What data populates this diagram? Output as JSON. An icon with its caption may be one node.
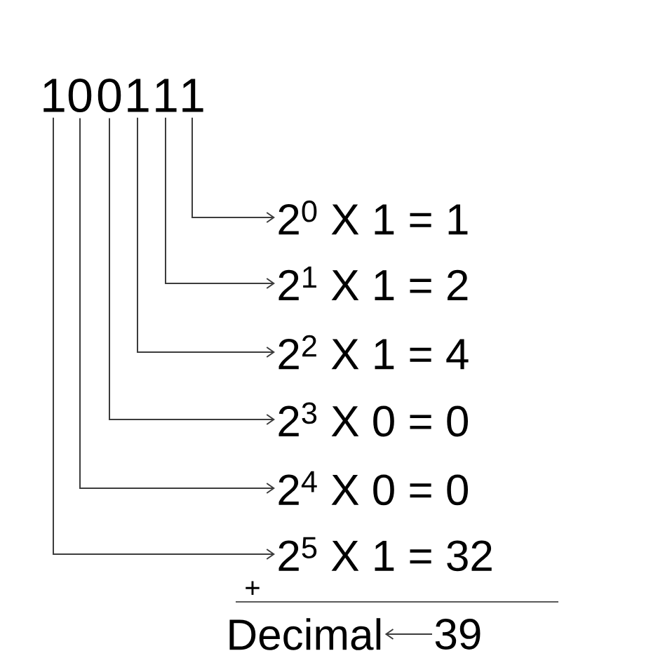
{
  "diagram": {
    "nodes": [
      {
        "text": [
          "1"
        ]
      },
      {
        "text": [
          "0"
        ]
      },
      {
        "text": [
          "0"
        ]
      },
      {
        "text": [
          "1"
        ]
      },
      {
        "text": [
          "1"
        ]
      },
      {
        "text": [
          "1"
        ]
      },
      {
        "text": [
          "2$^{0}$ X 1 = 1"
        ]
      },
      {
        "text": [
          "2$^{1}$ X 1 = 2"
        ]
      },
      {
        "text": [
          "2$^{2}$ X 1 = 4"
        ]
      },
      {
        "text": [
          "2$^{3}$ X 0 = 0"
        ]
      },
      {
        "text": [
          "2$^{4}$ X 0 = 0"
        ]
      },
      {
        "text": [
          "2$^{5}$ X 1 = 32"
        ]
      },
      {
        "text": [
          "Decimal"
        ]
      },
      {
        "text": [
          "39"
        ]
      }
    ],
    "edges": [
      {
        "from": 5,
        "to": 6,
        "arrow": "to"
      },
      {
        "from": 4,
        "to": 7,
        "arrow": "to"
      },
      {
        "from": 3,
        "to": 8,
        "arrow": "to"
      },
      {
        "from": 2,
        "to": 9,
        "arrow": "to"
      },
      {
        "from": 1,
        "to": 10,
        "arrow": "to"
      },
      {
        "from": 0,
        "to": 11,
        "arrow": "to"
      },
      {
        "from": 13,
        "to": 12,
        "arrow": "to"
      }
    ],
    "labels": [
      "+"
    ]
  }
}
